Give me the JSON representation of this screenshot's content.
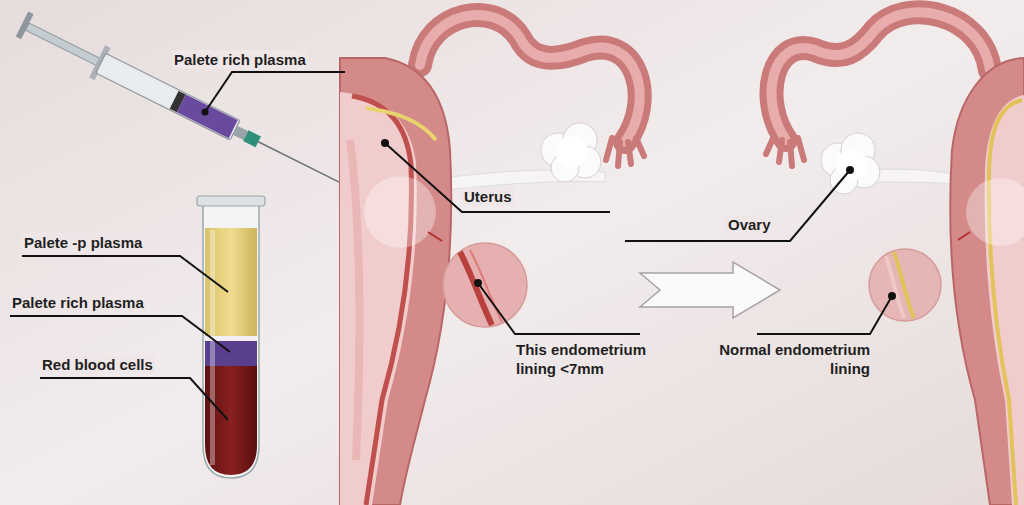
{
  "diagram": {
    "labels": [
      "Palete rich plasma",
      "Palete -p plasma",
      "Palete rich plasma",
      "Red blood cells",
      "Uterus",
      "Ovary",
      "This endometrium lining <7mm",
      "Normal endometrium lining"
    ]
  }
}
